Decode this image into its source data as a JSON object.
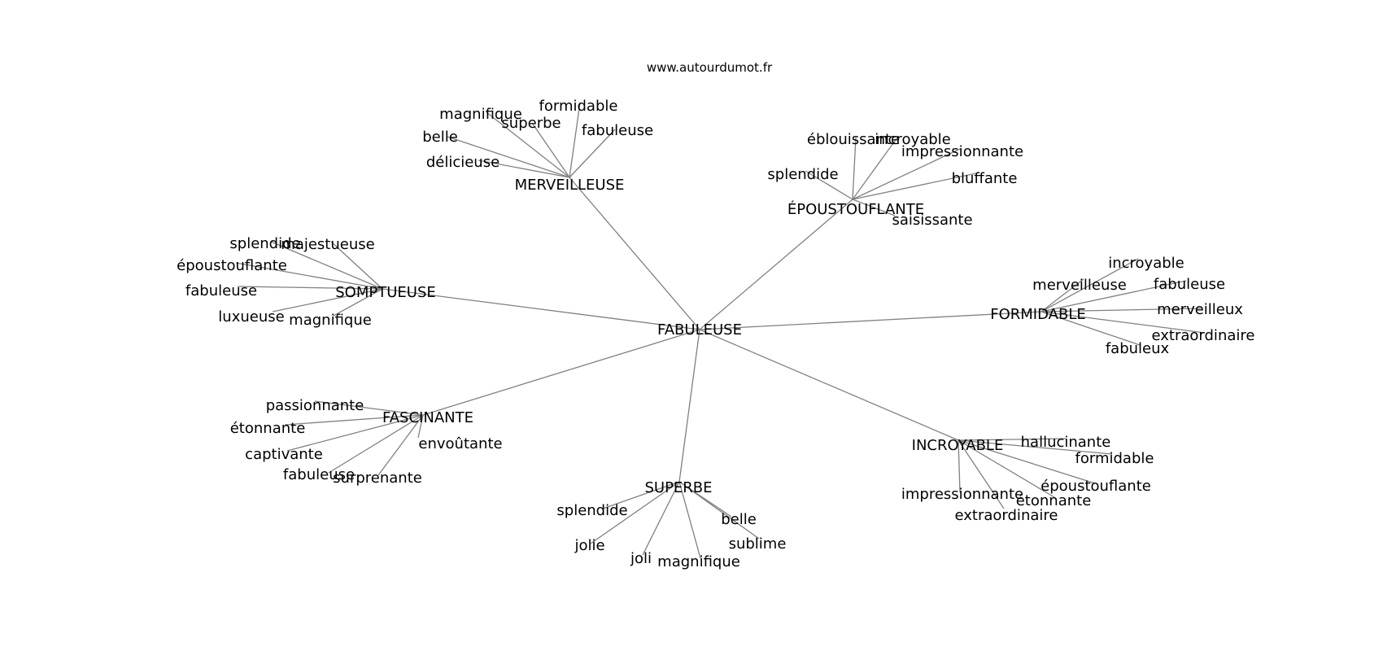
{
  "source": "www.autourdumot.fr",
  "center": "FABULEUSE",
  "groups": [
    {
      "label": "MERVEILLEUSE",
      "children": [
        "magnifique",
        "formidable",
        "superbe",
        "fabuleuse",
        "belle",
        "délicieuse"
      ]
    },
    {
      "label": "ÉPOUSTOUFLANTE",
      "children": [
        "éblouissante",
        "incroyable",
        "impressionnante",
        "splendide",
        "bluffante",
        "saisissante"
      ]
    },
    {
      "label": "SOMPTUEUSE",
      "children": [
        "splendide",
        "majestueuse",
        "époustouflante",
        "fabuleuse",
        "luxueuse",
        "magnifique"
      ]
    },
    {
      "label": "FORMIDABLE",
      "children": [
        "incroyable",
        "merveilleuse",
        "fabuleuse",
        "merveilleux",
        "extraordinaire",
        "fabuleux"
      ]
    },
    {
      "label": "FASCINANTE",
      "children": [
        "passionnante",
        "étonnante",
        "envoûtante",
        "captivante",
        "fabuleuse",
        "surprenante"
      ]
    },
    {
      "label": "INCROYABLE",
      "children": [
        "hallucinante",
        "formidable",
        "époustouflante",
        "impressionnante",
        "étonnante",
        "extraordinaire"
      ]
    },
    {
      "label": "SUPERBE",
      "children": [
        "splendide",
        "belle",
        "sublime",
        "jolie",
        "joli",
        "magnifique"
      ]
    }
  ]
}
